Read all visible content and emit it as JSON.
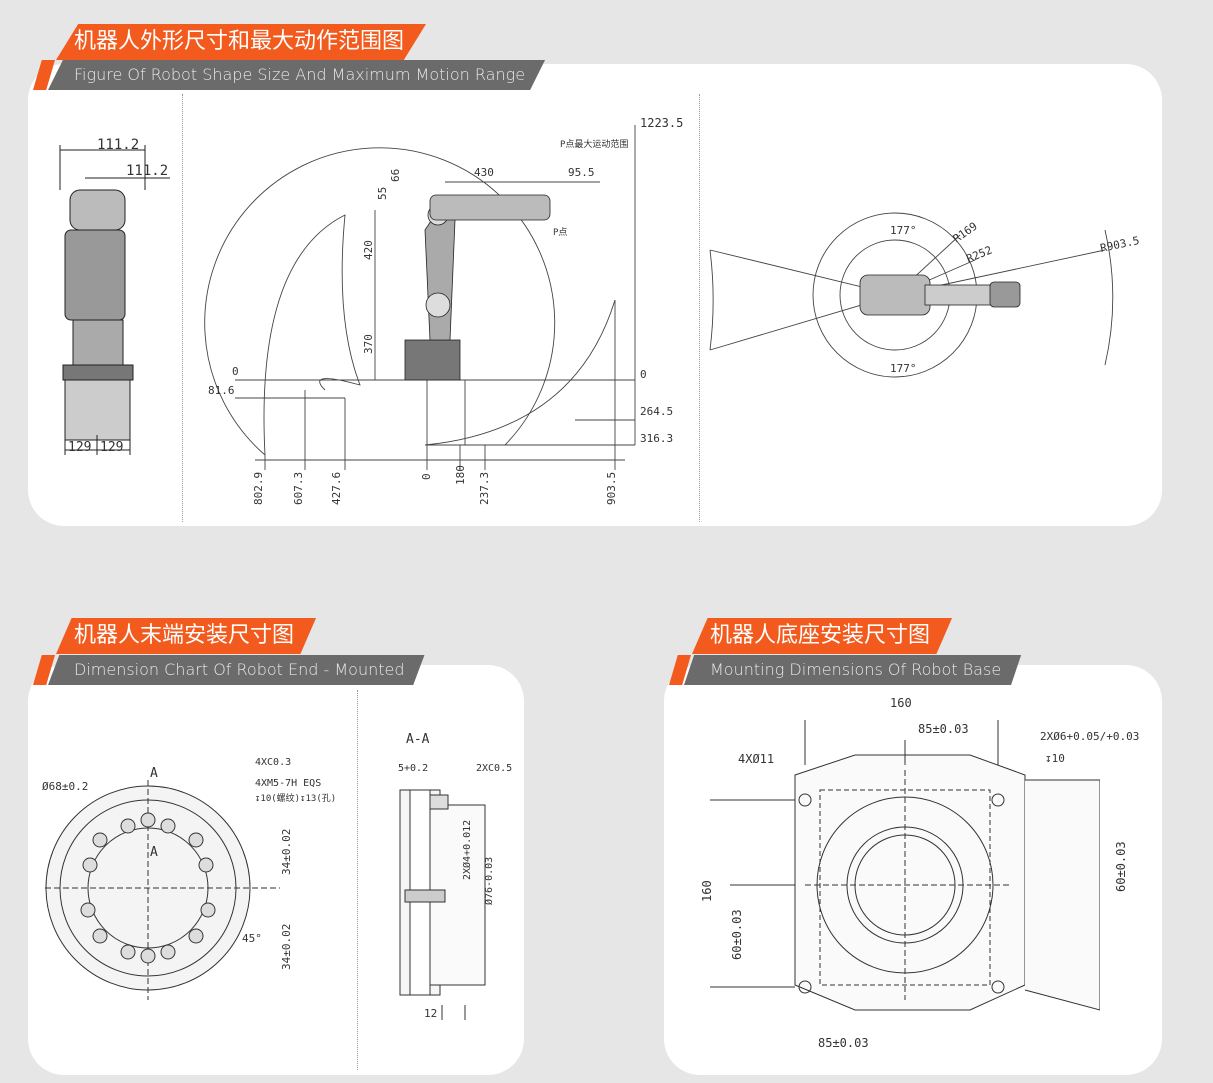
{
  "section1": {
    "title_zh": "机器人外形尺寸和最大动作范围图",
    "title_en": "Figure Of Robot Shape Size And Maximum Motion Range",
    "side_view": {
      "dim_top1": "111.2",
      "dim_top2": "111.2",
      "dim_bottom1": "129",
      "dim_bottom2": "129"
    },
    "main_view": {
      "top_height": "1223.5",
      "p_range_label": "P点最大运动范围",
      "p_point_label": "P点",
      "dim_430": "430",
      "dim_95_5": "95.5",
      "dim_55": "55",
      "dim_66": "66",
      "dim_420": "420",
      "dim_370": "370",
      "left_zero": "0",
      "left_81_6": "81.6",
      "right_zero": "0",
      "right_264_5": "264.5",
      "right_316_3": "316.3",
      "bottom_ticks": [
        "802.9",
        "607.3",
        "427.6",
        "0",
        "180",
        "237.3",
        "903.5"
      ]
    },
    "top_view": {
      "angle_top": "177°",
      "angle_bottom": "177°",
      "r169": "R169",
      "r252": "R252",
      "r903": "R903.5"
    }
  },
  "section2": {
    "title_zh": "机器人末端安装尺寸图",
    "title_en": "Dimension Chart Of Robot End - Mounted",
    "front": {
      "dia": "Ø68±0.2",
      "a_top": "A",
      "a_bottom": "A",
      "chamfer": "4XC0.3",
      "thread": "4XM5-7H EQS",
      "depth": "↧10(螺纹)↧13(孔)",
      "dim1": "34±0.02",
      "dim2": "34±0.02",
      "angle": "45°"
    },
    "section": {
      "title": "A-A",
      "depth5": "5+0.2",
      "chamfer2": "2XC0.5",
      "hole": "2XØ4+0.012",
      "dia76": "Ø76-0.03",
      "dim12": "12"
    }
  },
  "section3": {
    "title_zh": "机器人底座安装尺寸图",
    "title_en": "Mounting Dimensions Of Robot Base",
    "dims": {
      "top160": "160",
      "top85": "85±0.03",
      "hole4": "4XØ11",
      "hole2": "2XØ6+0.05/+0.03",
      "depth10": "↧10",
      "left160": "160",
      "left60": "60±0.03",
      "right60": "60±0.03",
      "bottom85": "85±0.03"
    }
  }
}
